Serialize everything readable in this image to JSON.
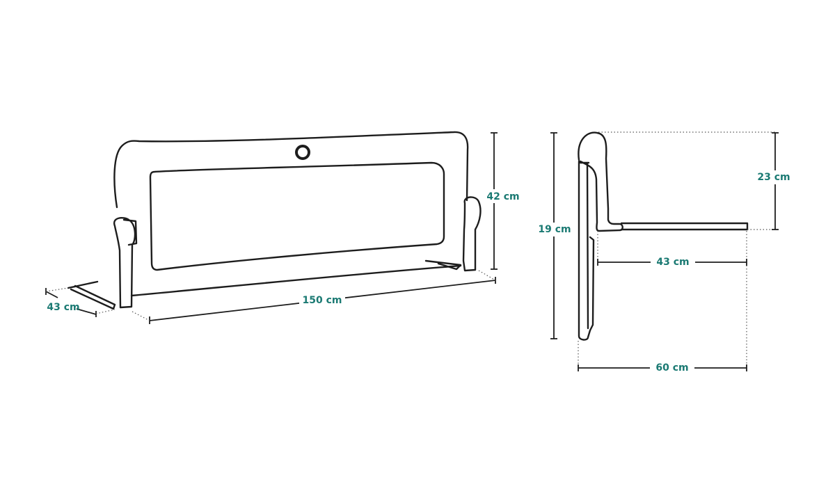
{
  "colors": {
    "accent": "#1b7a73",
    "outline": "#1d1d1d"
  },
  "front_view": {
    "height_label": "42 cm",
    "length_label": "150 cm",
    "depth_label": "43 cm"
  },
  "side_view": {
    "total_height_label": "19 cm",
    "upper_height_label": "23 cm",
    "base_depth_label": "43 cm",
    "total_depth_label": "60 cm"
  }
}
